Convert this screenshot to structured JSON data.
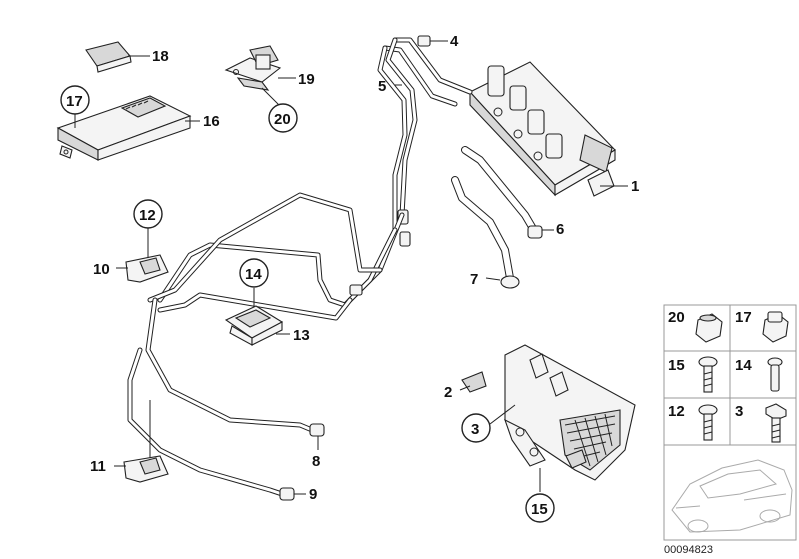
{
  "callouts": {
    "c1": "1",
    "c2": "2",
    "c3": "3",
    "c4": "4",
    "c5": "5",
    "c6": "6",
    "c7": "7",
    "c8": "8",
    "c9": "9",
    "c10": "10",
    "c11": "11",
    "c12": "12",
    "c13": "13",
    "c14": "14",
    "c15": "15",
    "c16": "16",
    "c17": "17",
    "c18": "18",
    "c19": "19",
    "c20": "20"
  },
  "parts_panel": {
    "p20": "20",
    "p17": "17",
    "p15": "15",
    "p14": "14",
    "p12": "12",
    "p3": "3"
  },
  "diagram_ref": "00094823"
}
